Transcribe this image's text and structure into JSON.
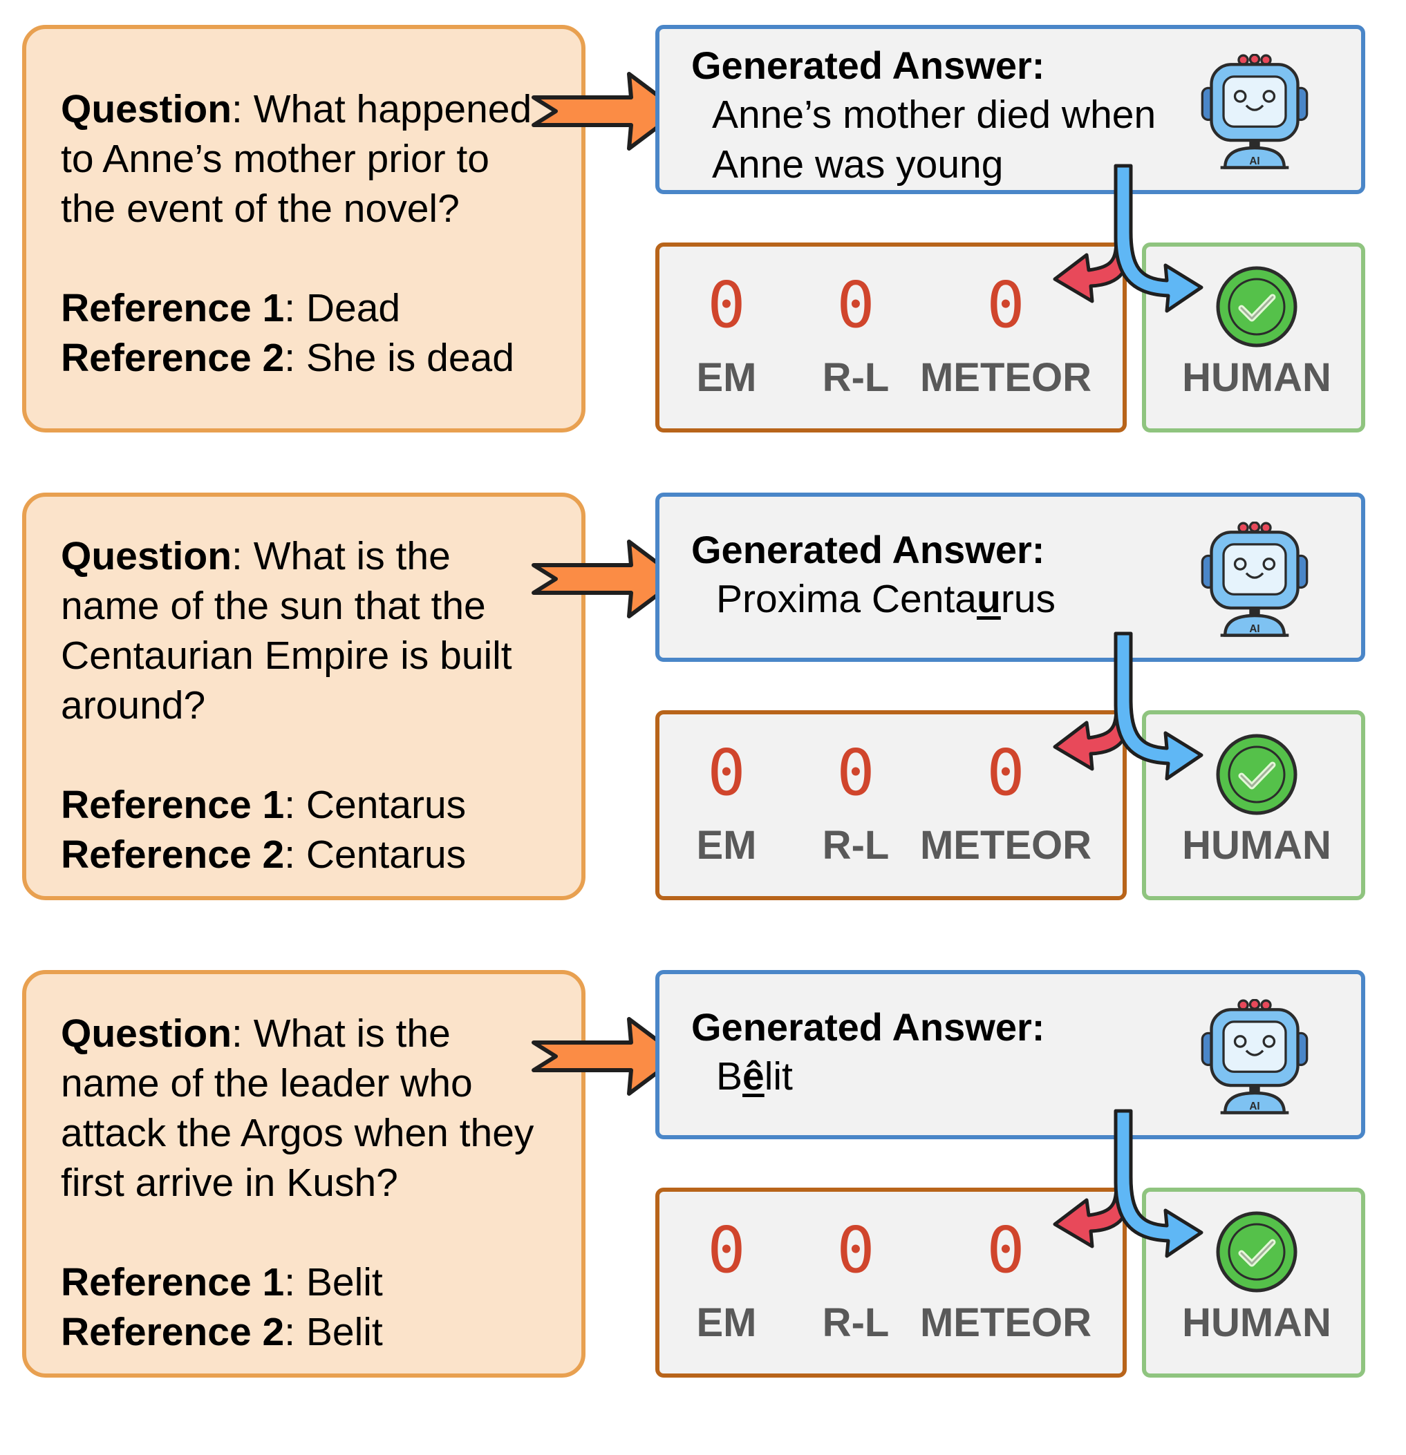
{
  "labels": {
    "question": "Question",
    "reference_1": "Reference 1",
    "reference_2": "Reference 2",
    "generated_answer": "Generated Answer:",
    "em": "EM",
    "rl": "R-L",
    "meteor": "METEOR",
    "human": "HUMAN",
    "robot_badge": "AI"
  },
  "colors": {
    "question_fill": "#fbe3ca",
    "question_border": "#e8a050",
    "answer_border": "#4a86c8",
    "metric_border": "#b8641a",
    "human_border": "#8fc47f",
    "score_red": "#d0452c",
    "arrow_orange": "#fb8c45",
    "arrow_blue": "#5fb7f5",
    "arrow_red": "#e8495a",
    "check_green": "#55c14a"
  },
  "icons": [
    "robot-icon",
    "check-circle-icon",
    "orange-arrow-icon",
    "split-arrow-icon"
  ],
  "examples": [
    {
      "question": ": What happened to Anne’s mother prior to the event of the novel?",
      "reference_1": ": Dead",
      "reference_2": ": She is dead",
      "answer": {
        "line1": "Anne’s mother died when",
        "line2": "Anne was young",
        "pre": "",
        "underlined": "",
        "post": ""
      },
      "scores": {
        "em": "0",
        "rl": "0",
        "meteor": "0"
      },
      "human_judgement": "correct"
    },
    {
      "question": ": What is the name of the sun that the Centaurian Empire is built around?",
      "reference_1": ": Centarus",
      "reference_2": ": Centarus",
      "answer": {
        "line1": "",
        "line2": "",
        "pre": "Proxima Centa",
        "underlined": "u",
        "post": "rus"
      },
      "scores": {
        "em": "0",
        "rl": "0",
        "meteor": "0"
      },
      "human_judgement": "correct"
    },
    {
      "question": ": What is the name of the leader who attack the Argos when they first arrive in Kush?",
      "reference_1": ": Belit",
      "reference_2": ": Belit",
      "answer": {
        "line1": "",
        "line2": "",
        "pre": "B",
        "underlined": "ê",
        "post": "lit"
      },
      "scores": {
        "em": "0",
        "rl": "0",
        "meteor": "0"
      },
      "human_judgement": "correct"
    }
  ]
}
